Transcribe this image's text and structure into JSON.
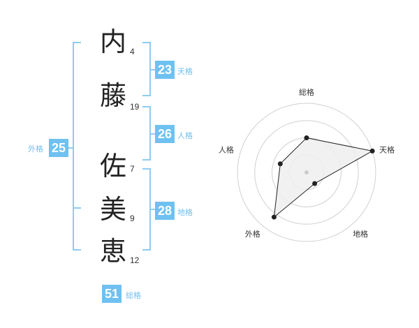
{
  "name": {
    "chars": [
      {
        "char": "内",
        "strokes": "4"
      },
      {
        "char": "藤",
        "strokes": "19"
      },
      {
        "char": "佐",
        "strokes": "7"
      },
      {
        "char": "美",
        "strokes": "9"
      },
      {
        "char": "恵",
        "strokes": "12"
      }
    ]
  },
  "fortunes": {
    "tenkaku": {
      "value": "23",
      "label": "天格"
    },
    "jinkaku": {
      "value": "26",
      "label": "人格"
    },
    "chikaku": {
      "value": "28",
      "label": "地格"
    },
    "gaikaku": {
      "value": "25",
      "label": "外格"
    },
    "soukaku": {
      "value": "51",
      "label": "総格"
    }
  },
  "colors": {
    "accent": "#6ec1f0",
    "bracket": "#8fcbef",
    "ring": "#d0d0d0",
    "polygon_fill": "#eeeeee",
    "polygon_stroke": "#222222"
  },
  "chart_data": {
    "type": "radar",
    "axes": [
      "総格",
      "天格",
      "地格",
      "外格",
      "人格"
    ],
    "values": [
      0.5,
      1.0,
      0.2,
      0.8,
      0.4
    ],
    "scale_max": 1.0,
    "rings": 4
  }
}
